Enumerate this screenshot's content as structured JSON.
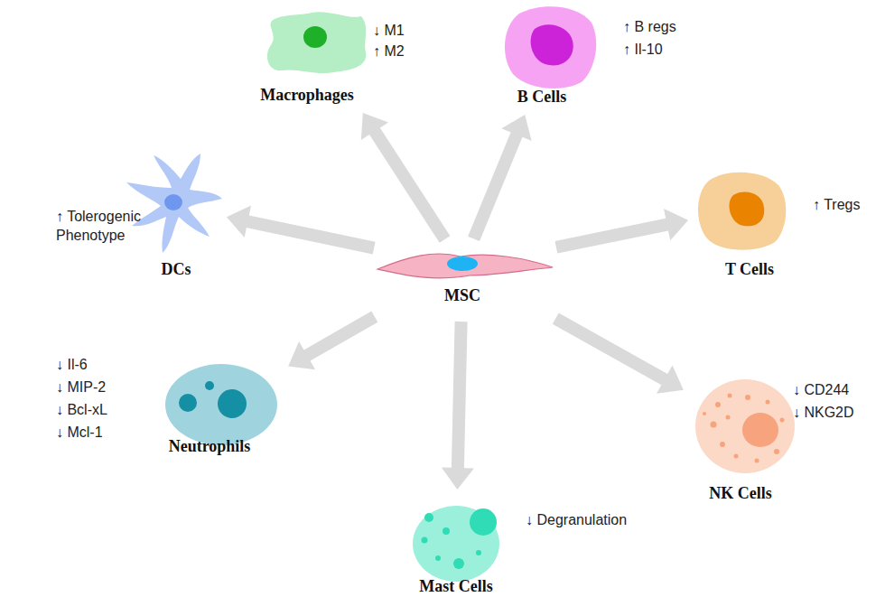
{
  "diagram": {
    "nodes": [
      {
        "text": [
          "MSC"
        ]
      },
      {
        "text": [
          "Macrophages",
          "↓ M1",
          "↑ M2"
        ]
      },
      {
        "text": [
          "B Cells",
          "↑ B regs",
          "↑ Il-10"
        ]
      },
      {
        "text": [
          "T Cells",
          "↑ Tregs"
        ]
      },
      {
        "text": [
          "NK Cells",
          "↓ CD244",
          "↓ NKG2D"
        ]
      },
      {
        "text": [
          "Mast Cells",
          "↓ Degranulation"
        ]
      },
      {
        "text": [
          "Neutrophils",
          "↓ Il-6",
          "↓ MIP-2",
          "↓ Bcl-xL",
          "↓ Mcl-1"
        ]
      },
      {
        "text": [
          "DCs",
          "↑ Tolerogenic Phenotype"
        ]
      }
    ],
    "edges": [
      {
        "from": 0,
        "to": 1,
        "arrow": "to"
      },
      {
        "from": 0,
        "to": 2,
        "arrow": "to"
      },
      {
        "from": 0,
        "to": 3,
        "arrow": "to"
      },
      {
        "from": 0,
        "to": 4,
        "arrow": "to"
      },
      {
        "from": 0,
        "to": 5,
        "arrow": "to"
      },
      {
        "from": 0,
        "to": 6,
        "arrow": "to"
      },
      {
        "from": 0,
        "to": 7,
        "arrow": "to"
      }
    ]
  }
}
